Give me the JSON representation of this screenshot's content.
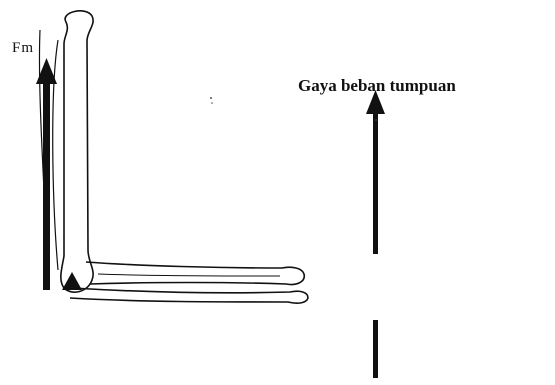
{
  "labels": {
    "muscle_force": "Fm",
    "load_force": "Gaya beban tumpuan"
  },
  "colors": {
    "ink": "#111111",
    "background": "#ffffff"
  },
  "icons": [
    "elbow-joint-pivot-triangle",
    "upward-arrow"
  ]
}
